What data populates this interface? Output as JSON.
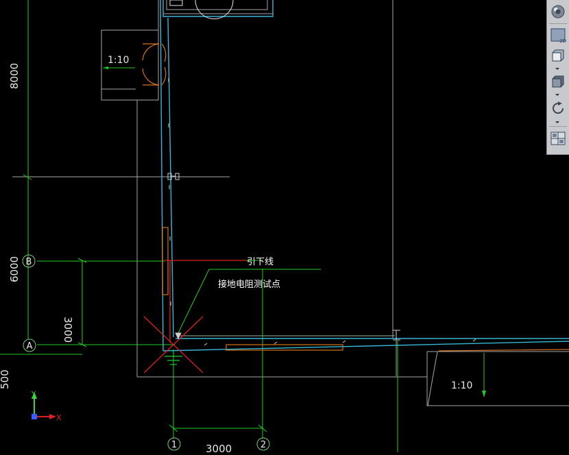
{
  "drawing": {
    "dims": {
      "vertical_top": "8000",
      "vertical_mid": "6000",
      "vertical_bottom": "500",
      "span_b_a": "3000",
      "span_1_2": "3000"
    },
    "axes": {
      "row_b": "B",
      "row_a": "A",
      "col_1": "1",
      "col_2": "2"
    },
    "slopes": {
      "left": "1:10",
      "right": "1:10"
    },
    "labels": {
      "down_conductor": "引下线",
      "test_point": "接地电阻测试点"
    },
    "ucs": {
      "x": "X",
      "y": "Y"
    }
  },
  "toolbar": {
    "buttons": [
      {
        "name": "navigation-wheel",
        "icon": "steering-wheel-icon"
      },
      {
        "name": "view-2d",
        "icon": "view-2d-icon",
        "label": "2D"
      },
      {
        "name": "view-cube-top",
        "icon": "cube-top-icon"
      },
      {
        "name": "view-cube-3d",
        "icon": "cube-3d-icon"
      },
      {
        "name": "orbit",
        "icon": "orbit-icon"
      },
      {
        "name": "viewport-config",
        "icon": "viewport-grid-icon"
      }
    ]
  },
  "colors": {
    "background": "#000000",
    "grid_green": "#22cc22",
    "axis_line": "#7fd07f",
    "wall_white": "#cfcfcf",
    "cyan": "#36b8d8",
    "orange": "#d8731f",
    "red": "#e02020"
  }
}
